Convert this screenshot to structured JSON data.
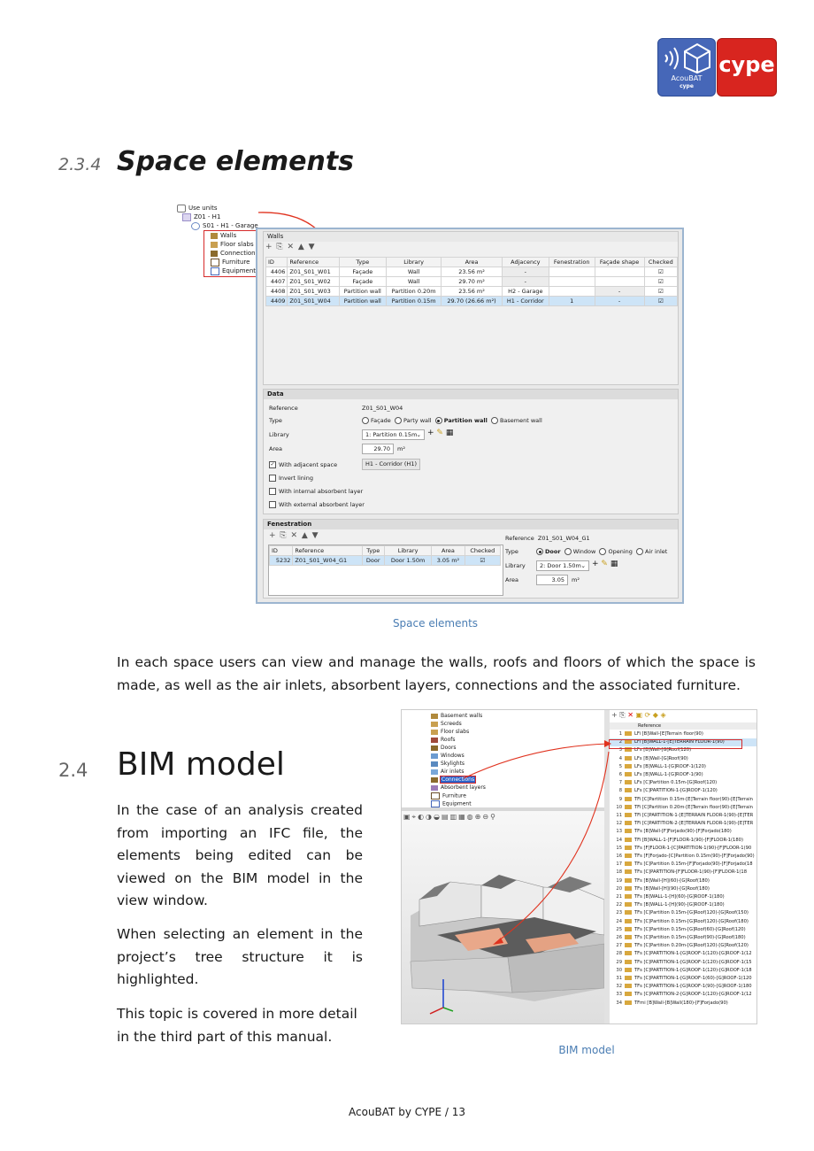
{
  "logo": {
    "left_text": "AcouBAT",
    "left_sub": "cype",
    "right_text": "cype"
  },
  "section1": {
    "number": "2.3.4",
    "title": "Space elements"
  },
  "screenshot1": {
    "tree": {
      "root": "Use units",
      "zone": "Z01 - H1",
      "space": "S01 - H1 - Garage",
      "items": [
        "Walls",
        "Floor slabs",
        "Connections",
        "Furniture",
        "Equipment"
      ]
    },
    "walls_panel": {
      "title": "Walls",
      "toolbar": "+ ⎘ ✕ ▲ ▼",
      "columns": [
        "ID",
        "Reference",
        "Type",
        "Library",
        "Area",
        "Adjacency",
        "Fenestration",
        "Façade shape",
        "Checked"
      ],
      "rows": [
        [
          "4406",
          "Z01_S01_W01",
          "Façade",
          "Wall",
          "23.56 m²",
          "-",
          "",
          "",
          "☑"
        ],
        [
          "4407",
          "Z01_S01_W02",
          "Façade",
          "Wall",
          "29.70 m²",
          "-",
          "",
          "",
          "☑"
        ],
        [
          "4408",
          "Z01_S01_W03",
          "Partition wall",
          "Partition 0.20m",
          "23.56 m²",
          "H2 - Garage",
          "",
          "-",
          "☑"
        ],
        [
          "4409",
          "Z01_S01_W04",
          "Partition wall",
          "Partition 0.15m",
          "29.70 (26.66 m²)",
          "H1 - Corridor",
          "1",
          "-",
          "☑"
        ]
      ]
    },
    "data_panel": {
      "title": "Data",
      "reference_label": "Reference",
      "reference_value": "Z01_S01_W04",
      "type_label": "Type",
      "type_options": [
        "Façade",
        "Party wall",
        "Partition wall",
        "Basement wall"
      ],
      "library_label": "Library",
      "library_value": "1: Partition 0.15m",
      "area_label": "Area",
      "area_value": "29.70",
      "area_unit": "m²",
      "adjacent_label": "With adjacent space",
      "adjacent_value": "H1 - Corridor (H1)",
      "invert_label": "Invert lining",
      "internal_label": "With internal absorbent layer",
      "external_label": "With external absorbent layer"
    },
    "fenestration_panel": {
      "title": "Fenestration",
      "toolbar": "+ ⎘ ✕ ▲ ▼",
      "columns": [
        "ID",
        "Reference",
        "Type",
        "Library",
        "Area",
        "Checked"
      ],
      "rows": [
        [
          "5232",
          "Z01_S01_W04_G1",
          "Door",
          "Door 1.50m",
          "3.05 m²",
          "☑"
        ]
      ],
      "reference_label": "Reference",
      "reference_value": "Z01_S01_W04_G1",
      "type_label": "Type",
      "type_options": [
        "Door",
        "Window",
        "Opening",
        "Air inlet"
      ],
      "library_label": "Library",
      "library_value": "2: Door 1.50m",
      "area_label": "Area",
      "area_value": "3.05",
      "area_unit": "m²"
    }
  },
  "caption1": "Space elements",
  "intro_paragraph": "In each space users can view and manage the walls, roofs and floors of which the space is made, as well as the air inlets, absorbent layers, connections and the associated furniture.",
  "section2": {
    "number": "2.4",
    "title": "BIM model"
  },
  "bim_paragraphs": [
    "In the case of an analysis created from importing an IFC file, the elements being edited can be viewed on the BIM model in the view window.",
    "When selecting an element in the project’s tree structure it is highlighted.",
    "This topic is covered in more detail in the third part of this manual."
  ],
  "screenshot2": {
    "tree_items": [
      "Basement walls",
      "Screeds",
      "Floor slabs",
      "Roofs",
      "Doors",
      "Windows",
      "Skylights",
      "Air inlets",
      "Connections",
      "Absorbent layers",
      "Furniture",
      "Equipment"
    ],
    "selected_tree_item": "Connections",
    "list_header": "Reference",
    "list_rows": [
      "LFi [B]Wall-[E]Terrain floor(90)",
      "LFi [B]WALL-1-[E]TERRAIN FLOOR-1(90)",
      "LFs [B]Wall-[G]Roof(120)",
      "LFs [B]Wall-[G]Roof(90)",
      "LFs [B]WALL-1-[G]ROOF-1(120)",
      "LFs [B]WALL-1-[G]ROOF-1(90)",
      "LFs [C]Partition 0.15m-[G]Roof(120)",
      "LFs [C]PARTITION-1-[G]ROOF-1(120)",
      "TFi [C]Partition 0.15m-[E]Terrain floor(90)-[E]Terrain",
      "TFi [C]Partition 0.20m-[E]Terrain floor(90)-[E]Terrain",
      "TFi [C]PARTITION-1-[E]TERRAIN FLOOR-1(90)-[E]TER",
      "TFi [C]PARTITION-2-[E]TERRAIN FLOOR-1(90)-[E]TER",
      "TFs [B]Wall-[F]Forjado(90)-[F]Forjado(180)",
      "TFi [B]WALL-1-[F]FLOOR-1(90)-[F]FLOOR-1(180)",
      "TFs [F]FLOOR-1-[C]PARTITION-1(90)-[F]FLOOR-1(90",
      "TFs [F]Forjado-[C]Partition 0.15m(90)-[F]Forjado(90)",
      "TFs [C]Partition 0.15m-[F]Forjado(90)-[F]Forjado(18",
      "TFs [C]PARTITION-[F]FLOOR-1(90)-[F]FLOOR-1(18",
      "TFs [B]Wall-[H](60)-[G]Roof(180)",
      "TFs [B]Wall-[H](90)-[G]Roof(180)",
      "TFs [B]WALL-1-[H](60)-[G]ROOF-1(180)",
      "TFs [B]WALL-1-[H](90)-[G]ROOF-1(180)",
      "TFs [C]Partition 0.15m-[G]Roof(120)-[G]Roof(150)",
      "TFs [C]Partition 0.15m-[G]Roof(120)-[G]Roof(180)",
      "TFs [C]Partition 0.15m-[G]Roof(60)-[G]Roof(120)",
      "TFs [C]Partition 0.15m-[G]Roof(90)-[G]Roof(180)",
      "TFs [C]Partition 0.20m-[G]Roof(120)-[G]Roof(120)",
      "TFs [C]PARTITION-1-[G]ROOF-1(120)-[G]ROOF-1(12",
      "TFs [C]PARTITION-1-[G]ROOF-1(120)-[G]ROOF-1(15",
      "TFs [C]PARTITION-1-[G]ROOF-1(120)-[G]ROOF-1(18",
      "TFs [C]PARTITION-1-[G]ROOF-1(60)-[G]ROOF-1(120",
      "TFs [C]PARTITION-1-[G]ROOF-1(90)-[G]ROOF-1(180",
      "TFs [C]PARTITION-2-[G]ROOF-1(120)-[G]ROOF-1(12",
      "TFmi [B]Wall-[B]Wall(180)-[F]Forjado(90)"
    ],
    "selected_row": 2
  },
  "caption2": "BIM model",
  "footer": "AcouBAT by CYPE  /  13"
}
